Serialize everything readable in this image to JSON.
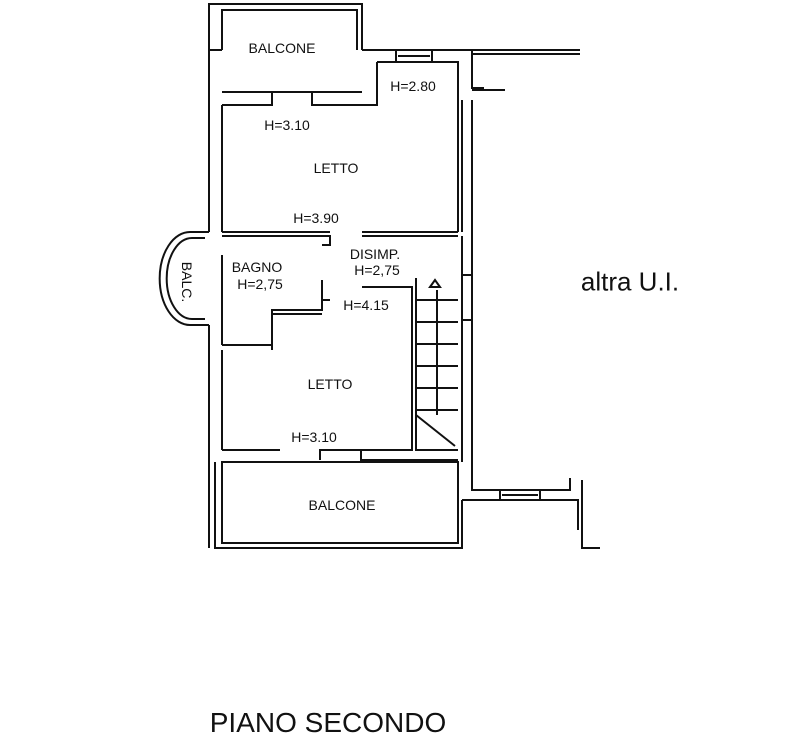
{
  "plan": {
    "title": "PIANO SECONDO",
    "neighbor_label": "altra U.I.",
    "rooms": {
      "balcone_top": "BALCONE",
      "letto_top": "LETTO",
      "letto_top_h1": "H=2.80",
      "letto_top_h2": "H=3.10",
      "letto_top_h3": "H=3.90",
      "balc_side": "BALC.",
      "bagno": "BAGNO",
      "bagno_h": "H=2,75",
      "disimp": "DISIMP.",
      "disimp_h": "H=2,75",
      "disimp_h2": "H=4.15",
      "letto_bottom": "LETTO",
      "letto_bottom_h": "H=3.10",
      "balcone_bottom": "BALCONE"
    }
  }
}
